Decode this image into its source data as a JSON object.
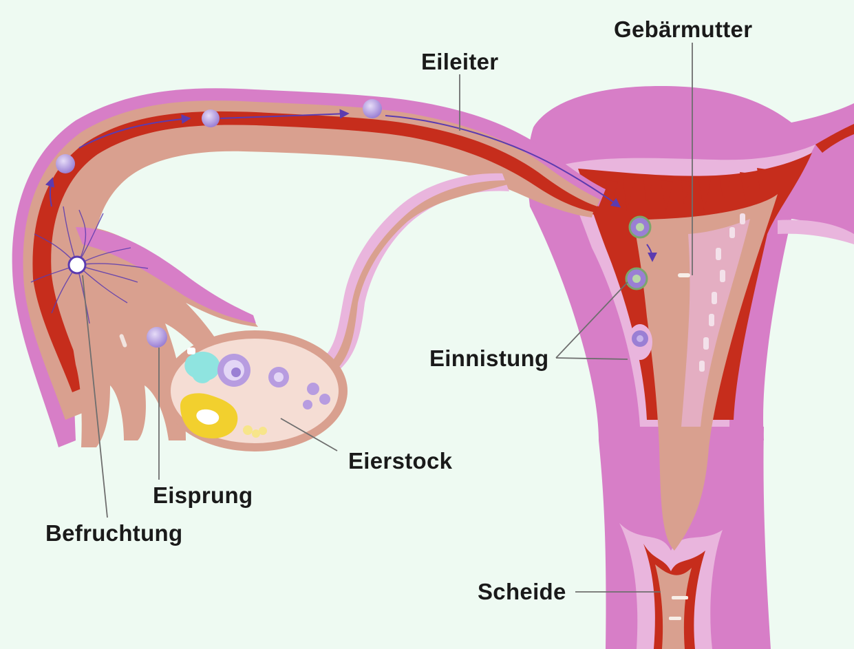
{
  "labels": {
    "uterus": "Gebärmutter",
    "fallopian_tube": "Eileiter",
    "implantation": "Einnistung",
    "ovary": "Eierstock",
    "ovulation": "Eisprung",
    "fertilization": "Befruchtung",
    "vagina": "Scheide"
  },
  "colors": {
    "background": "#eefaf2",
    "outer_wall": "#d77ec7",
    "wall_light": "#e9b5dd",
    "tissue": "#d9a08f",
    "lining": "#c62d1c",
    "cell": "#b79ce0",
    "corpus_luteum": "#f2d02e",
    "leader_line": "#6e6e6e",
    "text": "#1a1a1a"
  }
}
